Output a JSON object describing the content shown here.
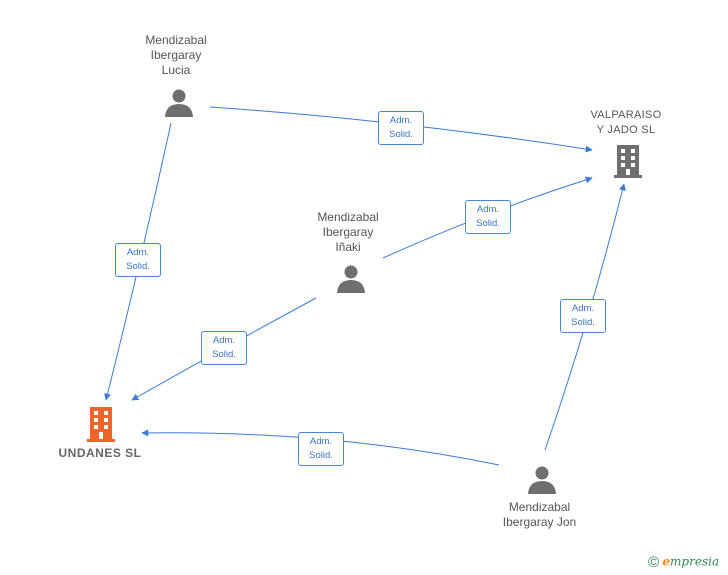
{
  "people": [
    {
      "id": "lucia",
      "name": "Mendizabal\nIbergaray\nLucia"
    },
    {
      "id": "inaki",
      "name": "Mendizabal\nIbergaray\nIñaki"
    },
    {
      "id": "jon",
      "name": "Mendizabal\nIbergaray Jon"
    }
  ],
  "companies": [
    {
      "id": "valparaiso",
      "name": "VALPARAISO\nY JADO SL",
      "color": "#6f6f6f"
    },
    {
      "id": "undanes",
      "name": "UNDANES  SL",
      "color": "#f0642a",
      "highlighted": true
    }
  ],
  "relations": [
    {
      "from": "lucia",
      "to": "valparaiso",
      "label": "Adm.\nSolid."
    },
    {
      "from": "lucia",
      "to": "undanes",
      "label": "Adm.\nSolid."
    },
    {
      "from": "inaki",
      "to": "valparaiso",
      "label": "Adm.\nSolid."
    },
    {
      "from": "inaki",
      "to": "undanes",
      "label": "Adm.\nSolid."
    },
    {
      "from": "jon",
      "to": "valparaiso",
      "label": "Adm.\nSolid."
    },
    {
      "from": "jon",
      "to": "undanes",
      "label": "Adm.\nSolid."
    }
  ],
  "colors": {
    "edge": "#3a7bd5",
    "person_icon": "#6f6f6f"
  },
  "footer": {
    "copyright_symbol": "©",
    "brand_initial": "e",
    "brand_rest": "mpresia"
  }
}
